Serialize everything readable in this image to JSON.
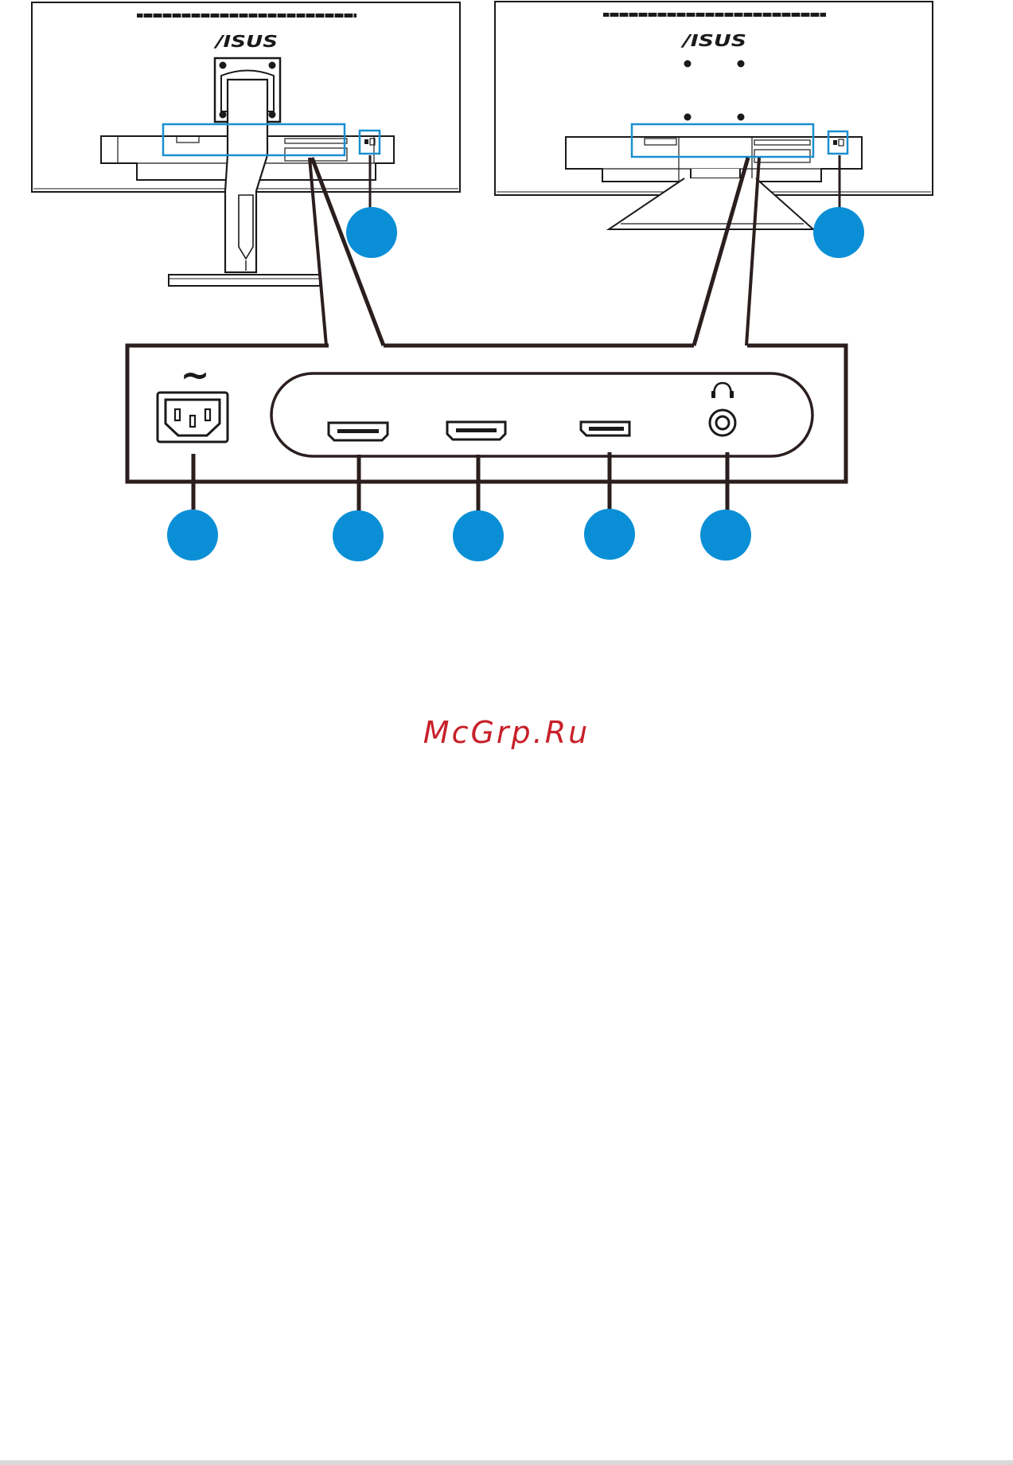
{
  "diagram": {
    "brand_logo": "/ISUS",
    "ac_symbol": "~",
    "callout_count": 7,
    "colors": {
      "line": "#1a1a1a",
      "dark_line": "#2b1e1e",
      "highlight": "#1a8fd0",
      "callout": "#0a8fd6"
    },
    "port_icons": [
      "ac-power-inlet-icon",
      "hdmi-port-icon",
      "hdmi-port-icon",
      "displayport-icon",
      "headphone-jack-icon"
    ]
  },
  "watermark": "McGrp.Ru"
}
